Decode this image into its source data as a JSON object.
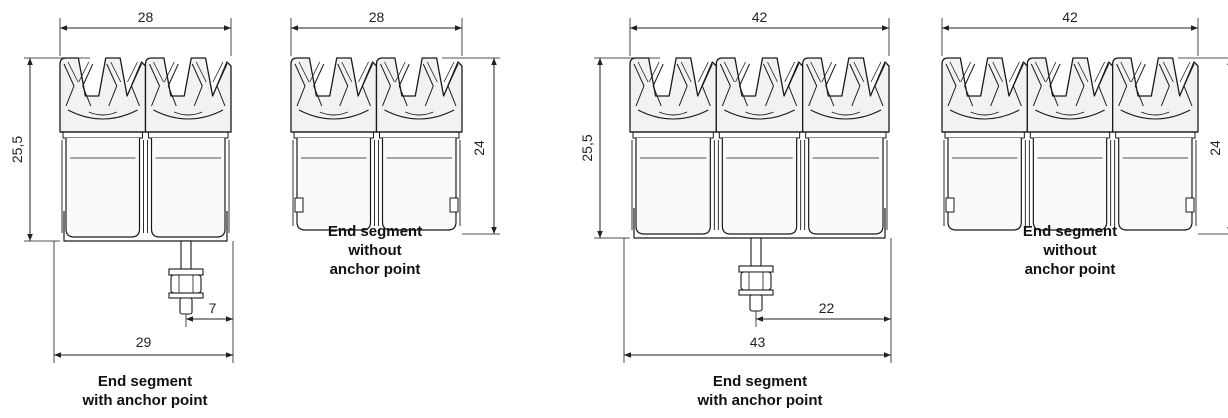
{
  "colors": {
    "line": "#1a1a1a",
    "fill": "#f2f2f2",
    "dim": "#222222"
  },
  "diagrams": [
    {
      "id": "two-with-anchor",
      "segments": 2,
      "anchor": true,
      "width_label": "28",
      "height_label": "25,5",
      "bottom_label": "29",
      "offset_label": "7",
      "caption": [
        "End segment",
        "with anchor point"
      ]
    },
    {
      "id": "two-without-anchor",
      "segments": 2,
      "anchor": false,
      "width_label": "28",
      "height_label": "24",
      "caption": [
        "End segment",
        "without",
        "anchor point"
      ]
    },
    {
      "id": "three-with-anchor",
      "segments": 3,
      "anchor": true,
      "width_label": "42",
      "height_label": "25,5",
      "bottom_label": "43",
      "offset_label": "22",
      "caption": [
        "End segment",
        "with anchor point"
      ]
    },
    {
      "id": "three-without-anchor",
      "segments": 3,
      "anchor": false,
      "width_label": "42",
      "height_label": "24",
      "caption": [
        "End segment",
        "without",
        "anchor point"
      ]
    }
  ]
}
